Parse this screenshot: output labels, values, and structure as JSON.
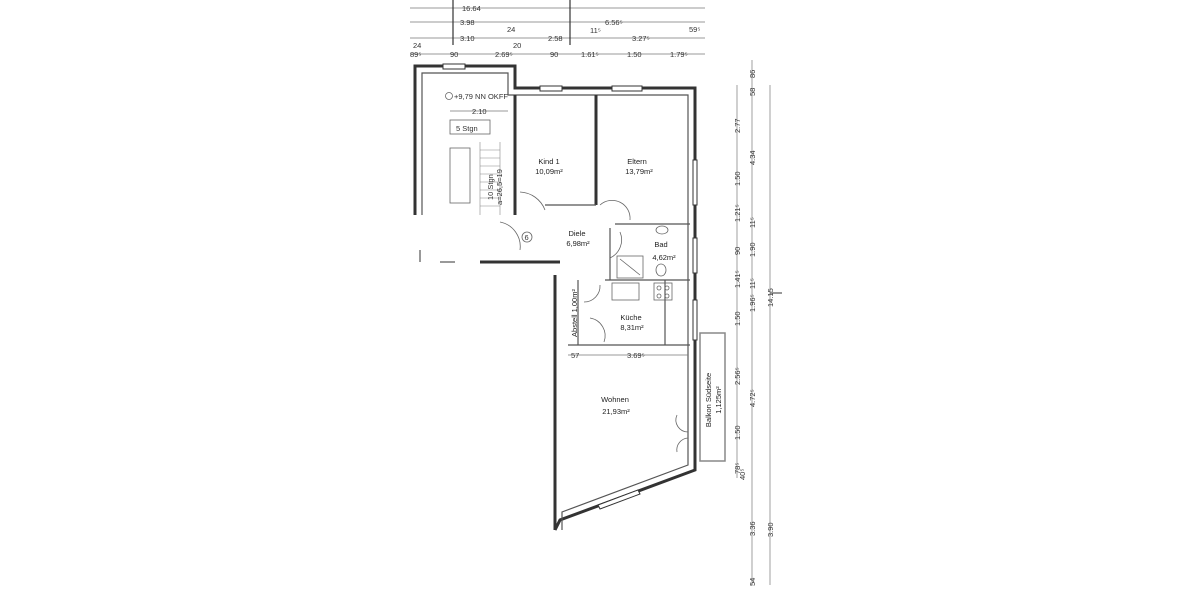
{
  "rooms": [
    {
      "name": "Kind 1",
      "area": "10,09m²"
    },
    {
      "name": "Eltern",
      "area": "13,79m²"
    },
    {
      "name": "Diele",
      "area": "6,98m²"
    },
    {
      "name": "Bad",
      "area": "4,62m²"
    },
    {
      "name": "Küche",
      "area": "8,31m²"
    },
    {
      "name": "Abstell 1,00m²"
    },
    {
      "name": "Wohnen",
      "area": "21,93m²"
    },
    {
      "name": "Balkon Südseite",
      "area": "1,125m²"
    }
  ],
  "stair": {
    "level": "+9,79 NN OKFF",
    "width": "2.10",
    "steps_upper": "5 Stgn",
    "steps_lower": "10 Stgn",
    "rise_run": "a=26,5=19",
    "marker": "6"
  },
  "dims_top": {
    "row1": [
      "16.64"
    ],
    "row2": [
      "3.98",
      "24",
      "6.56⁵",
      "11⁵",
      "59⁵"
    ],
    "row3": [
      "3.10",
      "20",
      "2.58",
      "3.27⁵",
      "24"
    ],
    "row4": [
      "89⁵",
      "90",
      "2.69⁵",
      "90",
      "1.61⁵",
      "1.50",
      "1.79⁵"
    ]
  },
  "dims_right_inner": [
    "86",
    "2.77",
    "1.50",
    "1.21⁵",
    "90",
    "1.41⁵",
    "1.50",
    "2.56⁵",
    "1.50",
    "78⁵"
  ],
  "dims_right_mid": [
    "58",
    "4.34",
    "11⁵",
    "1.90",
    "11⁵",
    "1.96⁵",
    "4.72⁵",
    "40⁵",
    "3.36",
    "54"
  ],
  "dims_right_outer": [
    "14.15",
    "3.90"
  ],
  "dims_interior": [
    "57",
    "3.69⁵"
  ]
}
